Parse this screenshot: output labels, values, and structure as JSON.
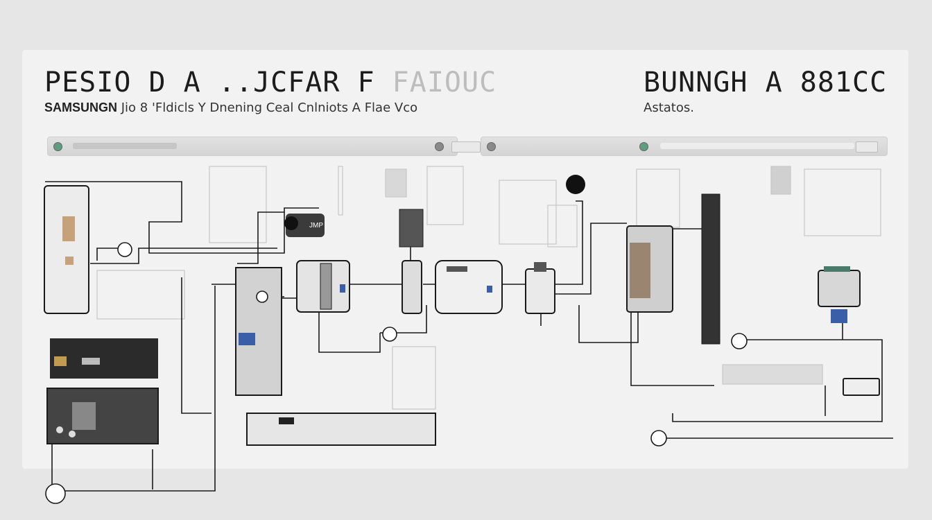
{
  "header": {
    "title_left": "PESIO D A ..JCFAR F",
    "title_left_faded": "FAIOUC",
    "title_right": "BUNNGH A 881CC",
    "subtitle_left_brand": "SAMSUNGN",
    "subtitle_left": "Jio 8 'Fldicls Y Dnening Ceal Cnlniots A Flae Vco",
    "subtitle_right": "Astatos."
  },
  "search_bars": [
    {
      "position": "left"
    },
    {
      "position": "right"
    }
  ],
  "device_labels": {
    "small_panel_sticker": "JMP"
  },
  "colors": {
    "background": "#e6e6e6",
    "panel": "#f2f2f2",
    "wire": "#1a1a1a",
    "device_dark": "#2b2b2b",
    "accent_blue": "#3a5ea8",
    "indicator_green": "#5e9e7e"
  },
  "icons": [
    "toggle-dot-icon",
    "connector-plug-icon",
    "camera-icon",
    "speaker-icon",
    "power-strip-icon"
  ]
}
